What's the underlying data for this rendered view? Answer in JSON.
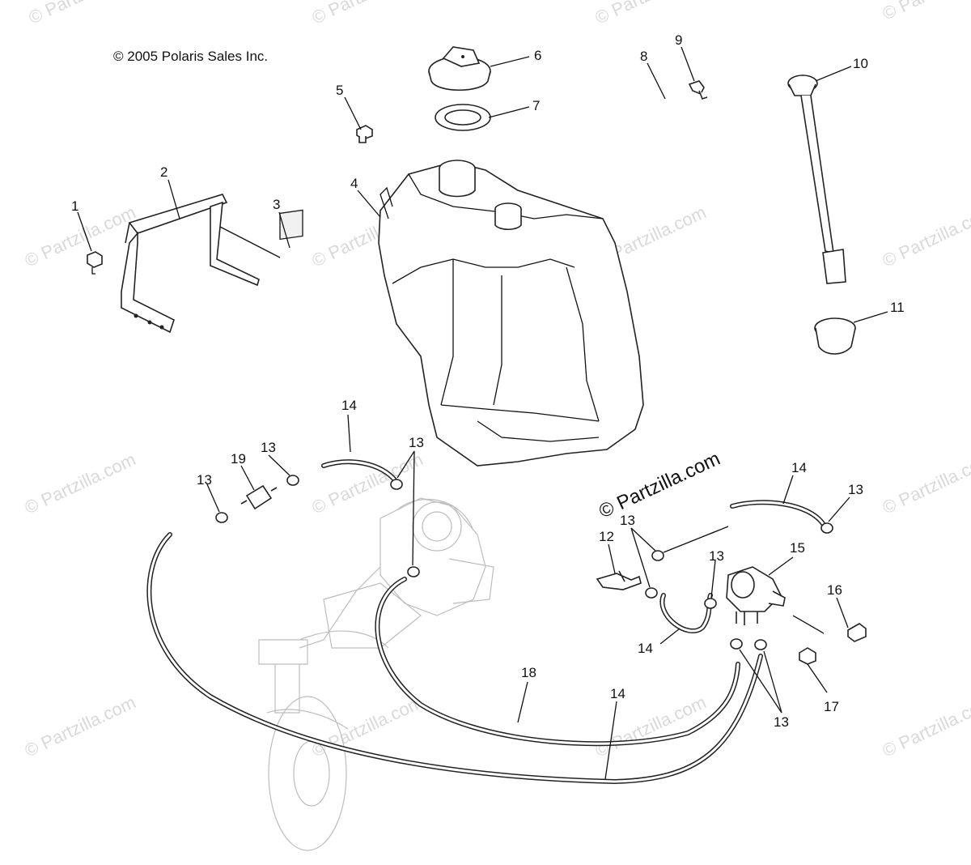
{
  "copyright": "© 2005 Polaris Sales Inc.",
  "watermark": "© Partzilla.com",
  "callouts": [
    {
      "id": "c1",
      "text": "1"
    },
    {
      "id": "c2",
      "text": "2"
    },
    {
      "id": "c3",
      "text": "3"
    },
    {
      "id": "c4",
      "text": "4"
    },
    {
      "id": "c5",
      "text": "5"
    },
    {
      "id": "c6",
      "text": "6"
    },
    {
      "id": "c7",
      "text": "7"
    },
    {
      "id": "c8",
      "text": "8"
    },
    {
      "id": "c9",
      "text": "9"
    },
    {
      "id": "c10",
      "text": "10"
    },
    {
      "id": "c11",
      "text": "11"
    },
    {
      "id": "c12",
      "text": "12"
    },
    {
      "id": "c13a",
      "text": "13"
    },
    {
      "id": "c13b",
      "text": "13"
    },
    {
      "id": "c13c",
      "text": "13"
    },
    {
      "id": "c13d",
      "text": "13"
    },
    {
      "id": "c13e",
      "text": "13"
    },
    {
      "id": "c13f",
      "text": "13"
    },
    {
      "id": "c13g",
      "text": "13"
    },
    {
      "id": "c14a",
      "text": "14"
    },
    {
      "id": "c14b",
      "text": "14"
    },
    {
      "id": "c14c",
      "text": "14"
    },
    {
      "id": "c14d",
      "text": "14"
    },
    {
      "id": "c15",
      "text": "15"
    },
    {
      "id": "c16",
      "text": "16"
    },
    {
      "id": "c17",
      "text": "17"
    },
    {
      "id": "c18",
      "text": "18"
    },
    {
      "id": "c19",
      "text": "19"
    }
  ]
}
